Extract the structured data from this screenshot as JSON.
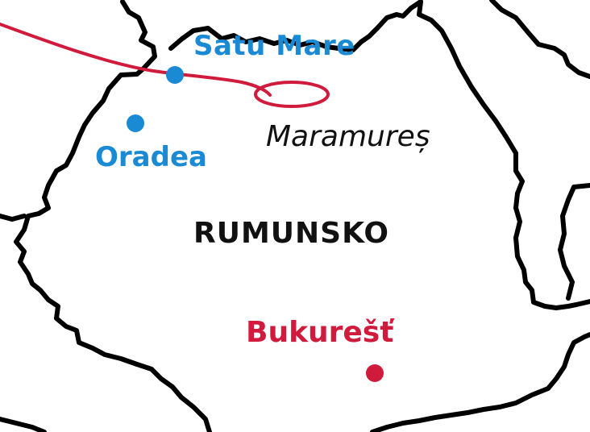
{
  "colors": {
    "background": "#ffffff",
    "border": "#000000",
    "city_blue": "#1a8ad4",
    "route_red": "#d01b3d",
    "text_black": "#111111"
  },
  "labels": {
    "country": "RUMUNSKO",
    "region": "Maramureș",
    "capital": "Bukurešť",
    "city_satu_mare": "Satu Mare",
    "city_oradea": "Oradea"
  },
  "markers": [
    {
      "name": "Satu Mare",
      "type": "city",
      "color": "blue"
    },
    {
      "name": "Oradea",
      "type": "city",
      "color": "blue"
    },
    {
      "name": "Bukurešť",
      "type": "capital",
      "color": "red"
    }
  ],
  "route": {
    "color": "red",
    "shape": "line-with-loop"
  }
}
